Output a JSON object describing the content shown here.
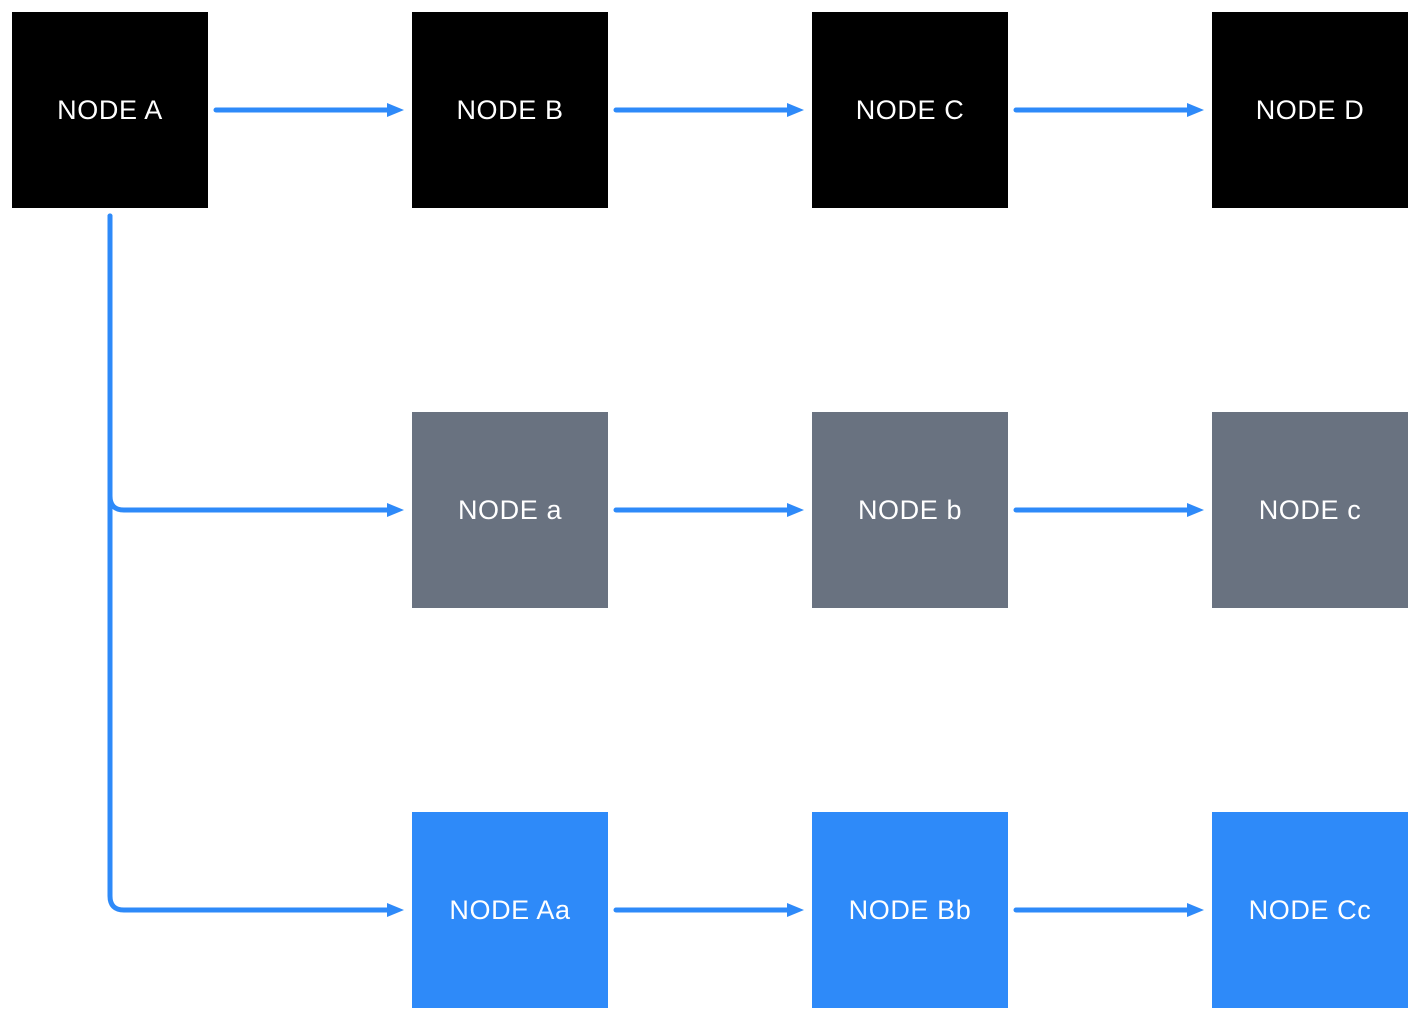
{
  "diagram": {
    "background": "#ffffff",
    "colors": {
      "node_black": "#000000",
      "node_gray": "#697280",
      "node_blue": "#2E8AF9",
      "connector": "#2E8AF9",
      "label_text": "#ffffff"
    },
    "nodes": [
      {
        "id": "A",
        "label": "NODE A",
        "row": 0,
        "col": 0,
        "variant": "black"
      },
      {
        "id": "B",
        "label": "NODE B",
        "row": 0,
        "col": 1,
        "variant": "black"
      },
      {
        "id": "C",
        "label": "NODE C",
        "row": 0,
        "col": 2,
        "variant": "black"
      },
      {
        "id": "D",
        "label": "NODE D",
        "row": 0,
        "col": 3,
        "variant": "black"
      },
      {
        "id": "a",
        "label": "NODE a",
        "row": 1,
        "col": 1,
        "variant": "gray"
      },
      {
        "id": "b",
        "label": "NODE b",
        "row": 1,
        "col": 2,
        "variant": "gray"
      },
      {
        "id": "c",
        "label": "NODE c",
        "row": 1,
        "col": 3,
        "variant": "gray"
      },
      {
        "id": "Aa",
        "label": "NODE Aa",
        "row": 2,
        "col": 1,
        "variant": "blue"
      },
      {
        "id": "Bb",
        "label": "NODE Bb",
        "row": 2,
        "col": 2,
        "variant": "blue"
      },
      {
        "id": "Cc",
        "label": "NODE Cc",
        "row": 2,
        "col": 3,
        "variant": "blue"
      }
    ],
    "edges": [
      {
        "from": "A",
        "to": "B"
      },
      {
        "from": "B",
        "to": "C"
      },
      {
        "from": "C",
        "to": "D"
      },
      {
        "from": "a",
        "to": "b"
      },
      {
        "from": "b",
        "to": "c"
      },
      {
        "from": "Aa",
        "to": "Bb"
      },
      {
        "from": "Bb",
        "to": "Cc"
      },
      {
        "from": "A",
        "to": "a"
      },
      {
        "from": "A",
        "to": "Aa"
      }
    ]
  }
}
